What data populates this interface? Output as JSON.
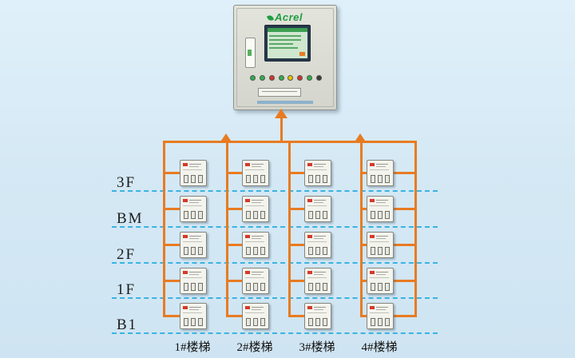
{
  "cabinet": {
    "brand": "Acrel"
  },
  "floors": [
    {
      "label": "3F"
    },
    {
      "label": "BM"
    },
    {
      "label": "2F"
    },
    {
      "label": "1F"
    },
    {
      "label": "B1"
    }
  ],
  "columns": [
    {
      "label": "1#楼梯"
    },
    {
      "label": "2#楼梯"
    },
    {
      "label": "3#楼梯"
    },
    {
      "label": "4#楼梯"
    }
  ],
  "colors": {
    "background": "#d5e9f5",
    "wire_orange": "#e87b22",
    "floor_dash_blue": "#3ab3e2",
    "brand_green": "#1f9e40",
    "led_red": "#d43a2a"
  }
}
